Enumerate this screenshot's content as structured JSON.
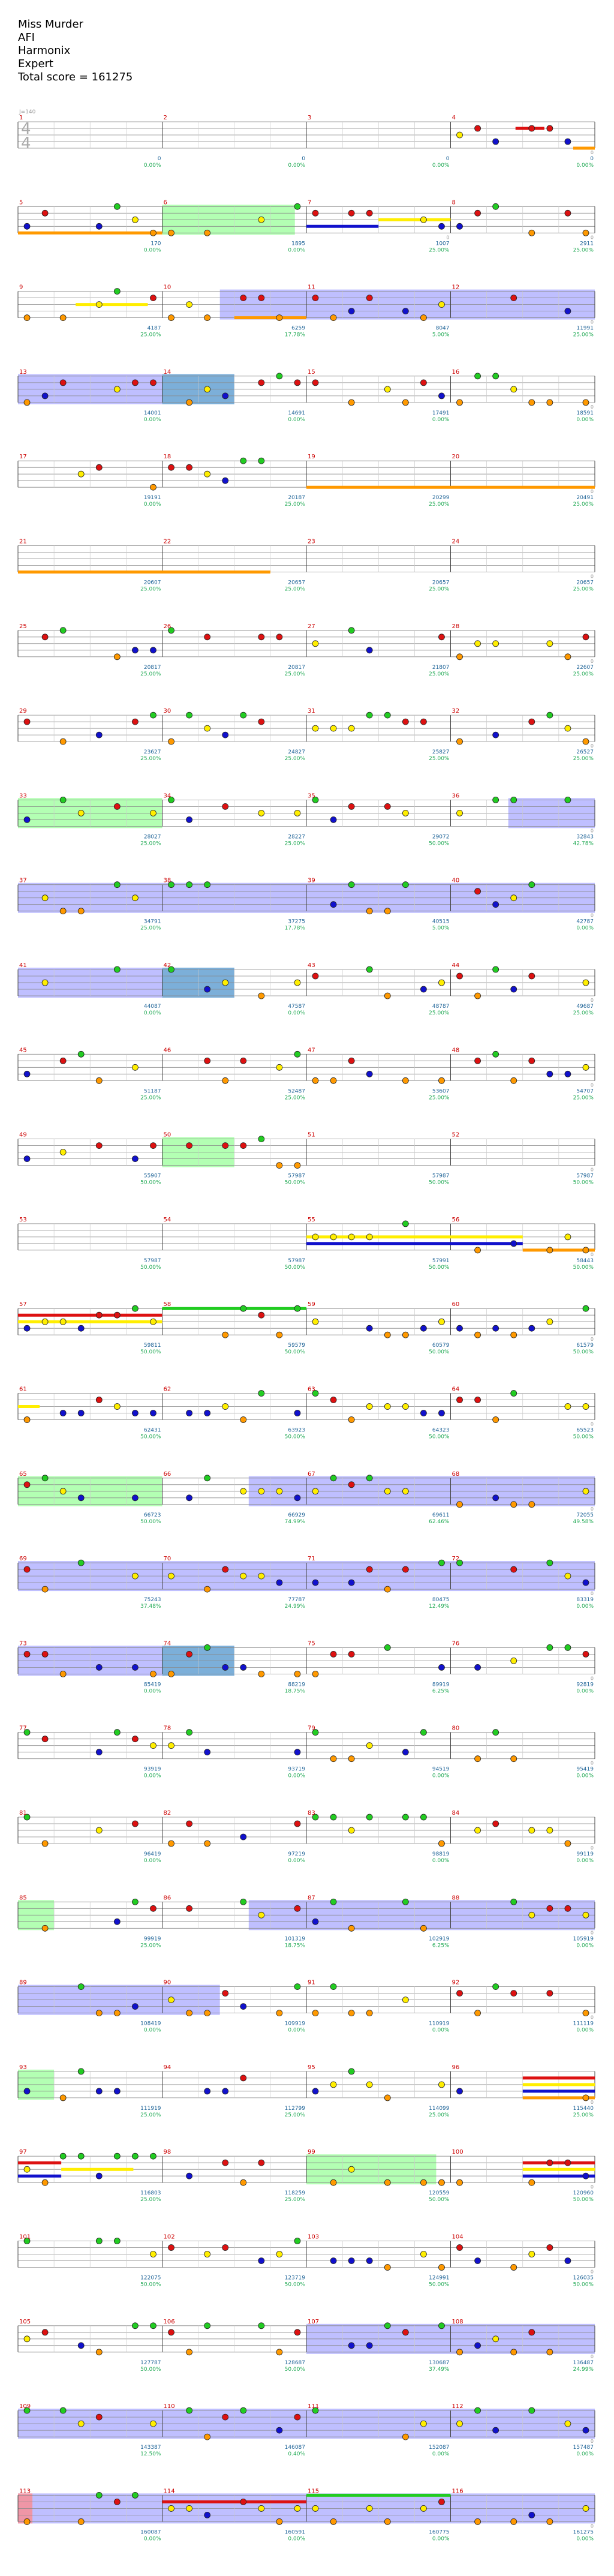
{
  "song": {
    "title": "Miss Murder",
    "artist": "AFI",
    "charter": "Harmonix",
    "difficulty": "Expert",
    "score_label": "Total score = 161275"
  },
  "time_signature": {
    "numerator": "4",
    "denominator": "4"
  },
  "tempo_label": "J=140",
  "colors": {
    "green": "#22cc22",
    "red": "#dd1111",
    "yellow": "#ffee00",
    "blue": "#1111cc",
    "orange": "#ff9900",
    "star_power": "#7777ee",
    "solo": "#66ee66",
    "measure_number": "#cc0000",
    "score_text": "#228833",
    "percent_text": "#22aa55",
    "streak_text": "#999999",
    "staff_line": "#666666"
  },
  "rows": [
    {
      "measures": [
        1,
        2,
        3,
        4
      ],
      "scores": [
        "0",
        "0",
        "0",
        "0"
      ],
      "percents": [
        "0.00%",
        "0.00%",
        "0.00%",
        "0.00%"
      ],
      "streaks": [
        "",
        "",
        "",
        "0"
      ]
    },
    {
      "measures": [
        5,
        6,
        7,
        8
      ],
      "scores": [
        "170",
        "1895",
        "1007",
        "2911"
      ],
      "percents": [
        "0.00%",
        "0.00%",
        "25.00%",
        "25.00%"
      ],
      "streaks": [
        "",
        "",
        "0",
        "0"
      ]
    },
    {
      "measures": [
        9,
        10,
        11,
        12
      ],
      "scores": [
        "4187",
        "6259",
        "8047",
        "11991"
      ],
      "percents": [
        "25.00%",
        "17.78%",
        "5.00%",
        "25.00%"
      ],
      "streaks": [
        "",
        "",
        "",
        "0"
      ]
    },
    {
      "measures": [
        13,
        14,
        15,
        16
      ],
      "scores": [
        "14001",
        "14691",
        "17491",
        "18591"
      ],
      "percents": [
        "0.00%",
        "0.00%",
        "0.00%",
        "0.00%"
      ],
      "streaks": [
        "",
        "",
        "",
        "0"
      ]
    },
    {
      "measures": [
        17,
        18,
        19,
        20
      ],
      "scores": [
        "19191",
        "20187",
        "20299",
        "20491"
      ],
      "percents": [
        "0.00%",
        "25.00%",
        "25.00%",
        "25.00%"
      ],
      "streaks": [
        "",
        "",
        "",
        "0"
      ]
    },
    {
      "measures": [
        21,
        22,
        23,
        24
      ],
      "scores": [
        "20607",
        "20657",
        "20657",
        "20657"
      ],
      "percents": [
        "25.00%",
        "25.00%",
        "25.00%",
        "25.00%"
      ],
      "streaks": [
        "",
        "",
        "",
        "0"
      ]
    },
    {
      "measures": [
        25,
        26,
        27,
        28
      ],
      "scores": [
        "20817",
        "20817",
        "21807",
        "22607"
      ],
      "percents": [
        "25.00%",
        "25.00%",
        "25.00%",
        "25.00%"
      ],
      "streaks": [
        "",
        "",
        "",
        "0"
      ]
    },
    {
      "measures": [
        29,
        30,
        31,
        32
      ],
      "scores": [
        "23627",
        "24827",
        "25827",
        "26527"
      ],
      "percents": [
        "25.00%",
        "25.00%",
        "25.00%",
        "25.00%"
      ],
      "streaks": [
        "",
        "",
        "",
        "0"
      ]
    },
    {
      "measures": [
        33,
        34,
        35,
        36
      ],
      "scores": [
        "28027",
        "28227",
        "29072",
        "32843"
      ],
      "percents": [
        "25.00%",
        "25.00%",
        "50.00%",
        "42.78%"
      ],
      "streaks": [
        "",
        "",
        "",
        "0"
      ]
    },
    {
      "measures": [
        37,
        38,
        39,
        40
      ],
      "scores": [
        "34791",
        "37275",
        "40515",
        "42787"
      ],
      "percents": [
        "25.00%",
        "17.78%",
        "5.00%",
        "0.00%"
      ],
      "streaks": [
        "",
        "",
        "",
        "0"
      ]
    },
    {
      "measures": [
        41,
        42,
        43,
        44
      ],
      "scores": [
        "44087",
        "47587",
        "48787",
        "49687"
      ],
      "percents": [
        "0.00%",
        "0.00%",
        "25.00%",
        "25.00%"
      ],
      "streaks": [
        "",
        "",
        "",
        "0"
      ]
    },
    {
      "measures": [
        45,
        46,
        47,
        48
      ],
      "scores": [
        "51187",
        "52487",
        "53607",
        "54707"
      ],
      "percents": [
        "25.00%",
        "25.00%",
        "25.00%",
        "25.00%"
      ],
      "streaks": [
        "",
        "",
        "",
        "0"
      ]
    },
    {
      "measures": [
        49,
        50,
        51,
        52
      ],
      "scores": [
        "55907",
        "57987",
        "57987",
        "57987"
      ],
      "percents": [
        "50.00%",
        "50.00%",
        "50.00%",
        "50.00%"
      ],
      "streaks": [
        "",
        "",
        "",
        "0"
      ]
    },
    {
      "measures": [
        53,
        54,
        55,
        56
      ],
      "scores": [
        "57987",
        "57987",
        "57991",
        "58443"
      ],
      "percents": [
        "50.00%",
        "50.00%",
        "50.00%",
        "50.00%"
      ],
      "streaks": [
        "",
        "",
        "",
        "0"
      ]
    },
    {
      "measures": [
        57,
        58,
        59,
        60
      ],
      "scores": [
        "59811",
        "59579",
        "60579",
        "61579"
      ],
      "percents": [
        "50.00%",
        "50.00%",
        "50.00%",
        "50.00%"
      ],
      "streaks": [
        "",
        "",
        "",
        "0"
      ]
    },
    {
      "measures": [
        61,
        62,
        63,
        64
      ],
      "scores": [
        "62431",
        "63923",
        "64323",
        "65523"
      ],
      "percents": [
        "50.00%",
        "50.00%",
        "50.00%",
        "50.00%"
      ],
      "streaks": [
        "",
        "",
        "",
        "0"
      ]
    },
    {
      "measures": [
        65,
        66,
        67,
        68
      ],
      "scores": [
        "66723",
        "66929",
        "69611",
        "72055"
      ],
      "percents": [
        "50.00%",
        "74.99%",
        "62.46%",
        "49.58%"
      ],
      "streaks": [
        "",
        "",
        "",
        "0"
      ]
    },
    {
      "measures": [
        69,
        70,
        71,
        72
      ],
      "scores": [
        "75243",
        "77787",
        "80475",
        "83319"
      ],
      "percents": [
        "37.48%",
        "24.99%",
        "12.49%",
        "0.00%"
      ],
      "streaks": [
        "",
        "",
        "",
        "0"
      ]
    },
    {
      "measures": [
        73,
        74,
        75,
        76
      ],
      "scores": [
        "85419",
        "88219",
        "89919",
        "92819"
      ],
      "percents": [
        "0.00%",
        "18.75%",
        "6.25%",
        "0.00%"
      ],
      "streaks": [
        "",
        "",
        "",
        "0"
      ]
    },
    {
      "measures": [
        77,
        78,
        79,
        80
      ],
      "scores": [
        "93919",
        "93719",
        "94519",
        "95419"
      ],
      "percents": [
        "0.00%",
        "0.00%",
        "0.00%",
        "0.00%"
      ],
      "streaks": [
        "",
        "",
        "",
        "0"
      ]
    },
    {
      "measures": [
        81,
        82,
        83,
        84
      ],
      "scores": [
        "96419",
        "97219",
        "98819",
        "99119"
      ],
      "percents": [
        "0.00%",
        "0.00%",
        "0.00%",
        "0.00%"
      ],
      "streaks": [
        "",
        "",
        "",
        "0"
      ]
    },
    {
      "measures": [
        85,
        86,
        87,
        88
      ],
      "scores": [
        "99919",
        "101319",
        "102919",
        "105919"
      ],
      "percents": [
        "25.00%",
        "18.75%",
        "6.25%",
        "0.00%"
      ],
      "streaks": [
        "",
        "",
        "",
        "0"
      ]
    },
    {
      "measures": [
        89,
        90,
        91,
        92
      ],
      "scores": [
        "108419",
        "109919",
        "110919",
        "111119"
      ],
      "percents": [
        "0.00%",
        "0.00%",
        "0.00%",
        "0.00%"
      ],
      "streaks": [
        "",
        "",
        "",
        "0"
      ]
    },
    {
      "measures": [
        93,
        94,
        95,
        96
      ],
      "scores": [
        "111919",
        "112799",
        "114099",
        "115440"
      ],
      "percents": [
        "25.00%",
        "25.00%",
        "25.00%",
        "25.00%"
      ],
      "streaks": [
        "",
        "",
        "",
        "0"
      ]
    },
    {
      "measures": [
        97,
        98,
        99,
        100
      ],
      "scores": [
        "116803",
        "118259",
        "120559",
        "120960"
      ],
      "percents": [
        "25.00%",
        "25.00%",
        "50.00%",
        "50.00%"
      ],
      "streaks": [
        "",
        "",
        "",
        "0"
      ]
    },
    {
      "measures": [
        101,
        102,
        103,
        104
      ],
      "scores": [
        "122075",
        "123719",
        "124991",
        "126035"
      ],
      "percents": [
        "50.00%",
        "50.00%",
        "50.00%",
        "50.00%"
      ],
      "streaks": [
        "",
        "",
        "",
        "0"
      ]
    },
    {
      "measures": [
        105,
        106,
        107,
        108
      ],
      "scores": [
        "127787",
        "128687",
        "130687",
        "136487"
      ],
      "percents": [
        "50.00%",
        "50.00%",
        "37.49%",
        "24.99%"
      ],
      "streaks": [
        "",
        "",
        "",
        "0"
      ]
    },
    {
      "measures": [
        109,
        110,
        111,
        112
      ],
      "scores": [
        "143387",
        "146087",
        "152087",
        "157487"
      ],
      "percents": [
        "12.50%",
        "0.40%",
        "0.00%",
        "0.00%"
      ],
      "streaks": [
        "",
        "",
        "",
        "0"
      ]
    },
    {
      "measures": [
        113,
        114,
        115,
        116
      ],
      "scores": [
        "160087",
        "160591",
        "160775",
        "161275"
      ],
      "percents": [
        "0.00%",
        "0.00%",
        "0.00%",
        "0.00%"
      ],
      "streaks": [
        "",
        "",
        "",
        "0"
      ]
    }
  ]
}
